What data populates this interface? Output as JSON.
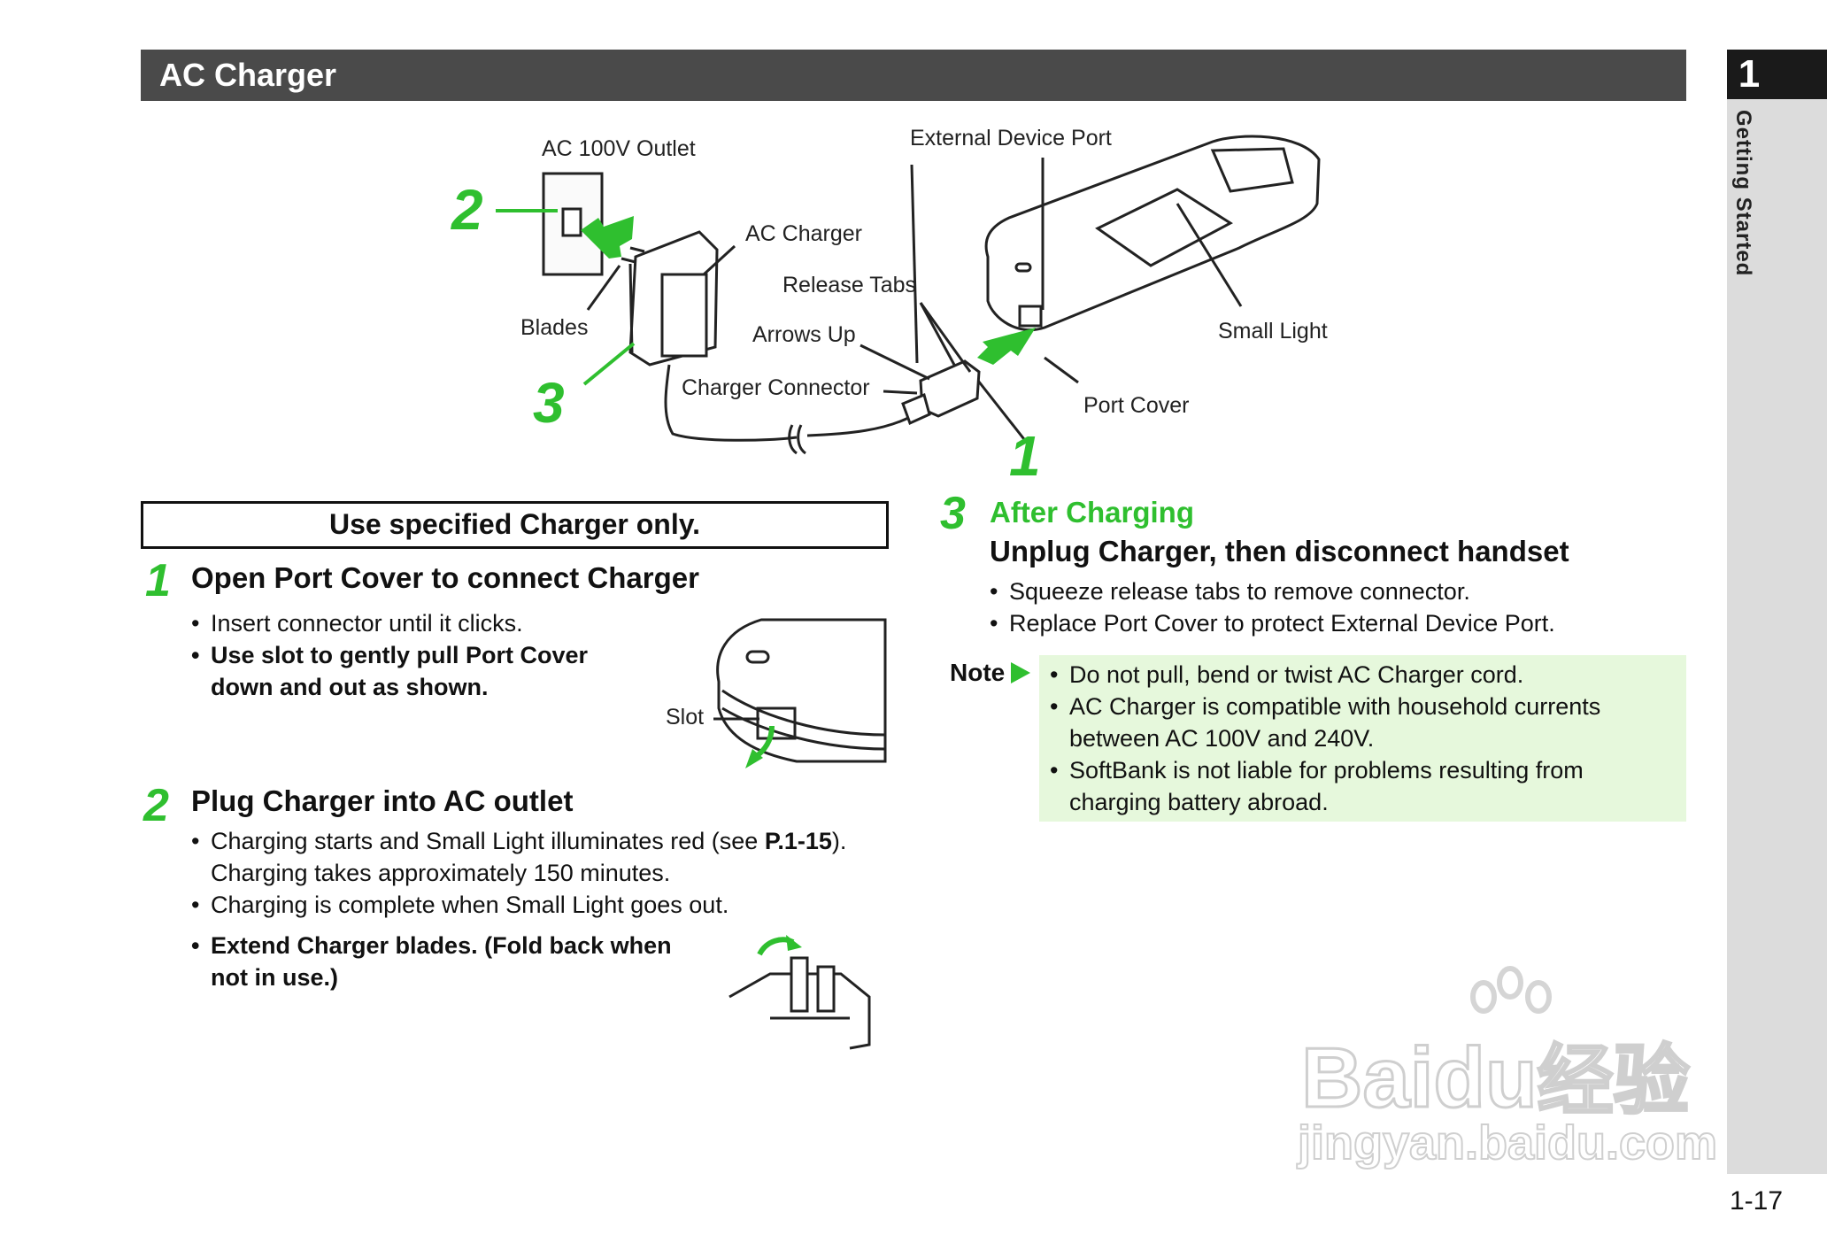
{
  "section": {
    "title": "AC Charger"
  },
  "side_tab": {
    "chapter_number": "1",
    "chapter_label": "Getting Started"
  },
  "page_number": "1-17",
  "diagram": {
    "labels": {
      "outlet": "AC 100V Outlet",
      "external_port": "External Device Port",
      "ac_charger": "AC Charger",
      "release_tabs": "Release Tabs",
      "blades": "Blades",
      "arrows_up": "Arrows Up",
      "small_light": "Small Light",
      "charger_connector": "Charger Connector",
      "port_cover": "Port Cover",
      "slot": "Slot"
    },
    "callouts": [
      "2",
      "3",
      "1"
    ]
  },
  "warning": "Use specified Charger only.",
  "steps": [
    {
      "number": "1",
      "heading": "Open Port Cover to connect Charger",
      "bullets": [
        {
          "text": "Insert connector until it clicks.",
          "bold": false
        },
        {
          "text": "Use slot to gently pull Port Cover down and out as shown.",
          "bold": true
        }
      ]
    },
    {
      "number": "2",
      "heading": "Plug Charger into AC outlet",
      "bullets": [
        {
          "text_before": "Charging starts and Small Light illuminates red (see ",
          "ref": "P.1-15",
          "text_after": "). Charging takes approximately 150 minutes."
        },
        {
          "text": "Charging is complete when Small Light goes out."
        },
        {
          "text": "Extend Charger blades. (Fold back when not in use.)",
          "bold": true
        }
      ]
    },
    {
      "number": "3",
      "subtitle": "After Charging",
      "heading": "Unplug Charger, then disconnect handset",
      "bullets": [
        {
          "text": "Squeeze release tabs to remove connector."
        },
        {
          "text": "Replace Port Cover to protect External Device Port."
        }
      ]
    }
  ],
  "note": {
    "label": "Note",
    "bullets": [
      "Do not pull, bend or twist AC Charger cord.",
      "AC Charger is compatible with household currents between AC 100V and 240V.",
      "SoftBank is not liable for problems resulting from charging battery abroad."
    ]
  },
  "watermark": {
    "brand": "Baidu",
    "cn": "经验",
    "url": "jingyan.baidu.com"
  },
  "colors": {
    "accent_green": "#2fbf2f",
    "header_bar": "#4a4a4a",
    "note_bg": "#e6f8dc",
    "side_tab": "#dcdcdc"
  }
}
